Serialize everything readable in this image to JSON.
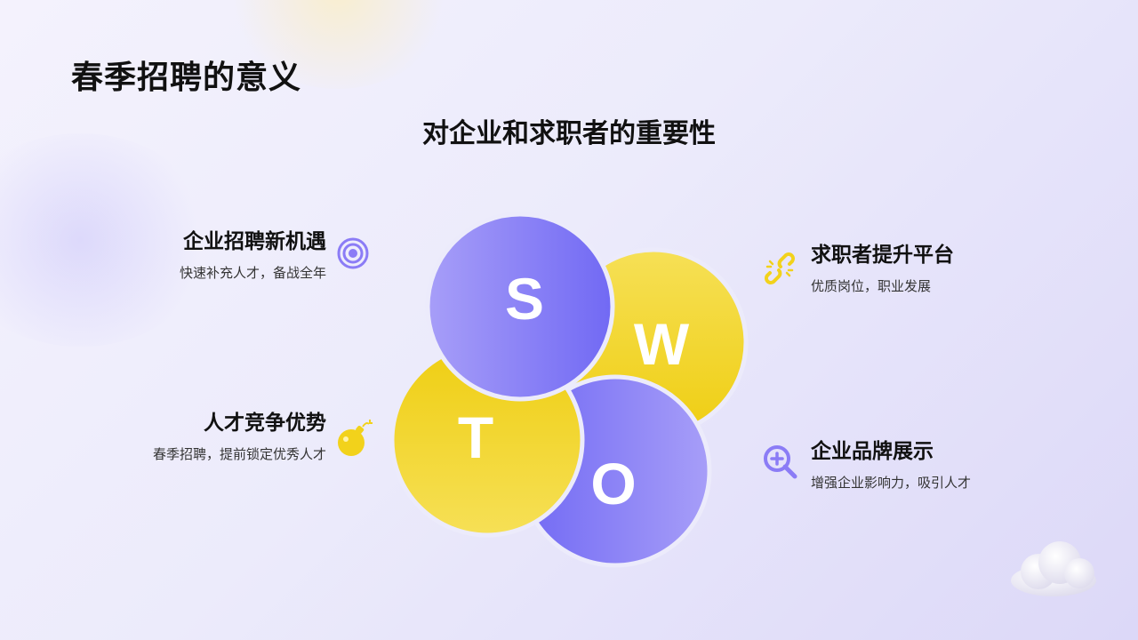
{
  "page": {
    "title": "春季招聘的意义",
    "subtitle": "对企业和求职者的重要性"
  },
  "items": [
    {
      "heading": "企业招聘新机遇",
      "desc": "快速补充人才，备战全年",
      "icon": "target-icon",
      "color": "#8b7cf6"
    },
    {
      "heading": "求职者提升平台",
      "desc": "优质岗位，职业发展",
      "icon": "broken-link-icon",
      "color": "#f2d21b"
    },
    {
      "heading": "人才竞争优势",
      "desc": "春季招聘，提前锁定优秀人才",
      "icon": "bomb-icon",
      "color": "#f2d21b"
    },
    {
      "heading": "企业品牌展示",
      "desc": "增强企业影响力，吸引人才",
      "icon": "zoom-in-icon",
      "color": "#8b7cf6"
    }
  ],
  "swot": {
    "s": "S",
    "w": "W",
    "t": "T",
    "o": "O",
    "purple": "#7b72f5",
    "yellow": "#f2d21b"
  }
}
